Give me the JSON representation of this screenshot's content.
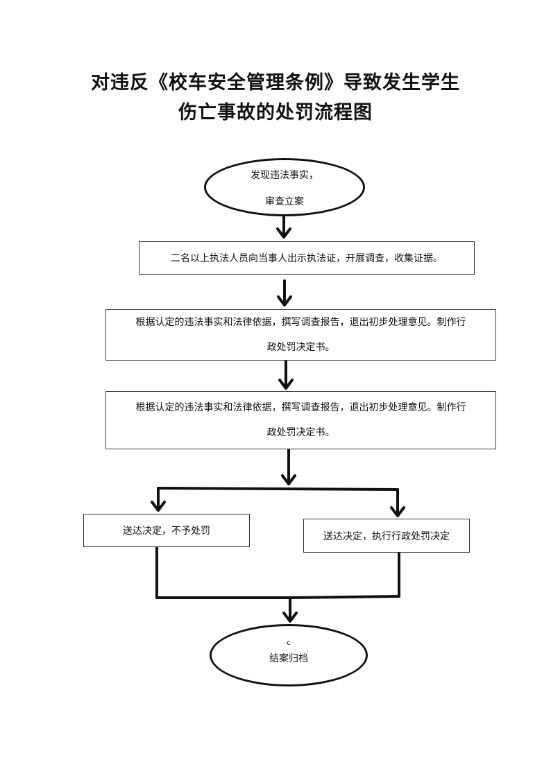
{
  "title": {
    "line1": "对违反《校车安全管理条例》导致发生学生",
    "line2": "伤亡事故的处罚流程图"
  },
  "nodes": {
    "start": {
      "line1": "发现违法事实，",
      "line2": "审查立案"
    },
    "step1": "二名以上执法人员向当事人出示执法证，开展调查，收集证据。",
    "step2": {
      "line1": "根据认定的违法事实和法律依据，撰写调查报告，退出初步处理意见。制作行",
      "line2": "政处罚决定书。"
    },
    "step3": {
      "line1": "根据认定的违法事实和法律依据，撰写调查报告，退出初步处理意见。制作行",
      "line2": "政处罚决定书。"
    },
    "branch_left": "送达决定，不予处罚",
    "branch_right": "送达决定，执行行政处罚决定",
    "end": {
      "mark": "c",
      "label": "结案归档"
    }
  }
}
